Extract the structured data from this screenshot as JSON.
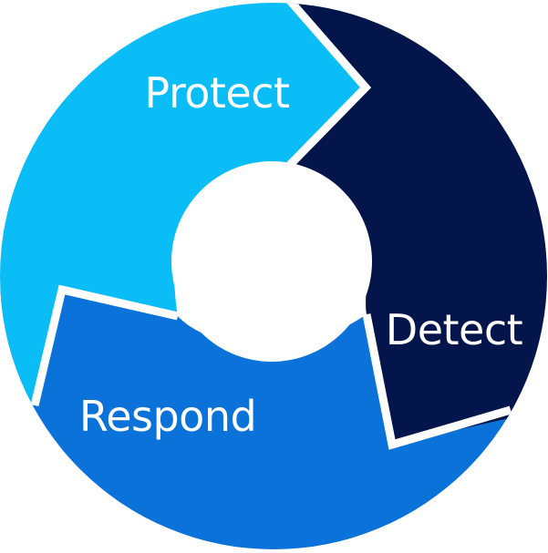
{
  "diagram": {
    "segments": [
      {
        "id": "protect",
        "label": "Protect",
        "color": "#0ABDF6"
      },
      {
        "id": "detect",
        "label": "Detect",
        "color": "#03154A"
      },
      {
        "id": "respond",
        "label": "Respond",
        "color": "#0A72D9"
      }
    ],
    "center_color": "#FFFFFF",
    "separator_color": "#FFFFFF"
  }
}
